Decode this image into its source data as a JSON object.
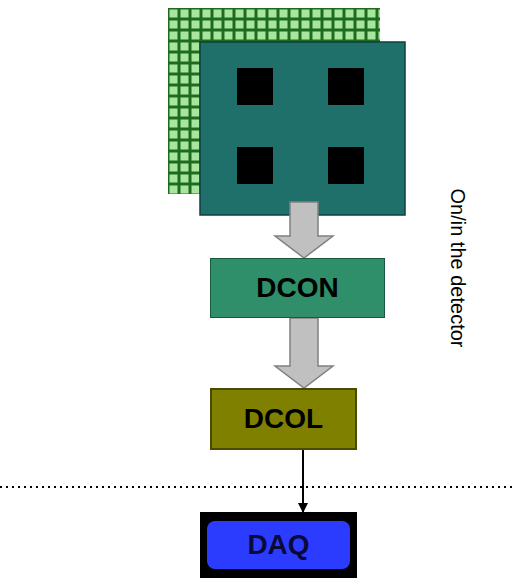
{
  "diagram": {
    "nodes": [
      {
        "text": [
          "DCON"
        ]
      },
      {
        "text": [
          "DCOL"
        ]
      },
      {
        "text": [
          "DAQ"
        ]
      }
    ],
    "edges": [
      {
        "from": 0,
        "to": 1,
        "arrow": "to"
      },
      {
        "from": 1,
        "to": 2,
        "arrow": "to"
      }
    ],
    "labels": [
      "On/in the detector"
    ]
  }
}
